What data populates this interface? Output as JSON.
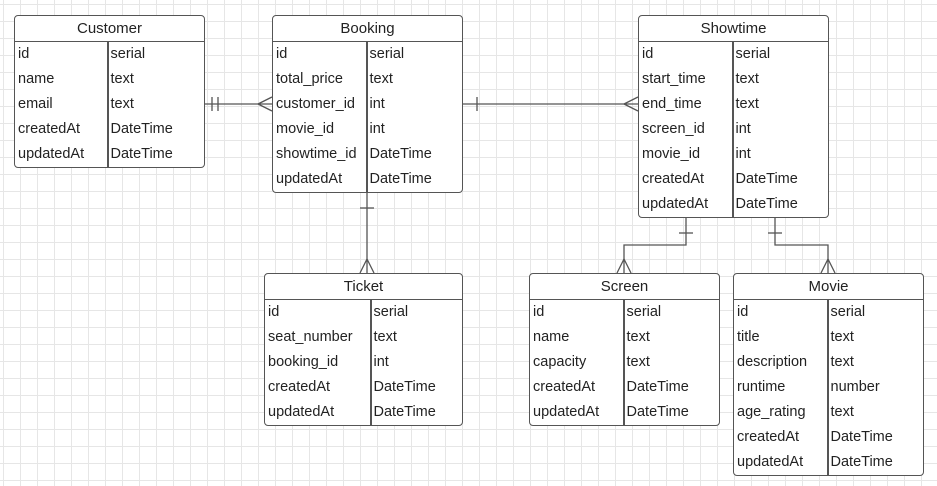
{
  "entities": [
    {
      "id": "customer",
      "title": "Customer",
      "fields": [
        [
          "id",
          "serial"
        ],
        [
          "name",
          "text"
        ],
        [
          "email",
          "text"
        ],
        [
          "createdAt",
          "DateTime"
        ],
        [
          "updatedAt",
          "DateTime"
        ]
      ]
    },
    {
      "id": "booking",
      "title": "Booking",
      "fields": [
        [
          "id",
          "serial"
        ],
        [
          "total_price",
          "text"
        ],
        [
          "customer_id",
          "int"
        ],
        [
          "movie_id",
          "int"
        ],
        [
          "showtime_id",
          "DateTime"
        ],
        [
          "updatedAt",
          "DateTime"
        ]
      ]
    },
    {
      "id": "showtime",
      "title": "Showtime",
      "fields": [
        [
          "id",
          "serial"
        ],
        [
          "start_time",
          "text"
        ],
        [
          "end_time",
          "text"
        ],
        [
          "screen_id",
          "int"
        ],
        [
          "movie_id",
          "int"
        ],
        [
          "createdAt",
          "DateTime"
        ],
        [
          "updatedAt",
          "DateTime"
        ]
      ]
    },
    {
      "id": "ticket",
      "title": "Ticket",
      "fields": [
        [
          "id",
          "serial"
        ],
        [
          "seat_number",
          "text"
        ],
        [
          "booking_id",
          "int"
        ],
        [
          "createdAt",
          "DateTime"
        ],
        [
          "updatedAt",
          "DateTime"
        ]
      ]
    },
    {
      "id": "screen",
      "title": "Screen",
      "fields": [
        [
          "id",
          "serial"
        ],
        [
          "name",
          "text"
        ],
        [
          "capacity",
          "text"
        ],
        [
          "createdAt",
          "DateTime"
        ],
        [
          "updatedAt",
          "DateTime"
        ]
      ]
    },
    {
      "id": "movie",
      "title": "Movie",
      "fields": [
        [
          "id",
          "serial"
        ],
        [
          "title",
          "text"
        ],
        [
          "description",
          "text"
        ],
        [
          "runtime",
          "number"
        ],
        [
          "age_rating",
          "text"
        ],
        [
          "createdAt",
          "DateTime"
        ],
        [
          "updatedAt",
          "DateTime"
        ]
      ]
    }
  ],
  "relationships": [
    {
      "from": "customer",
      "to": "booking",
      "from_end": "one-and-only-one",
      "to_end": "many"
    },
    {
      "from": "booking",
      "to": "showtime",
      "from_end": "one",
      "to_end": "many"
    },
    {
      "from": "booking",
      "to": "ticket",
      "from_end": "one",
      "to_end": "many"
    },
    {
      "from": "showtime",
      "to": "screen",
      "from_end": "one",
      "to_end": "many"
    },
    {
      "from": "showtime",
      "to": "movie",
      "from_end": "one",
      "to_end": "many"
    }
  ]
}
